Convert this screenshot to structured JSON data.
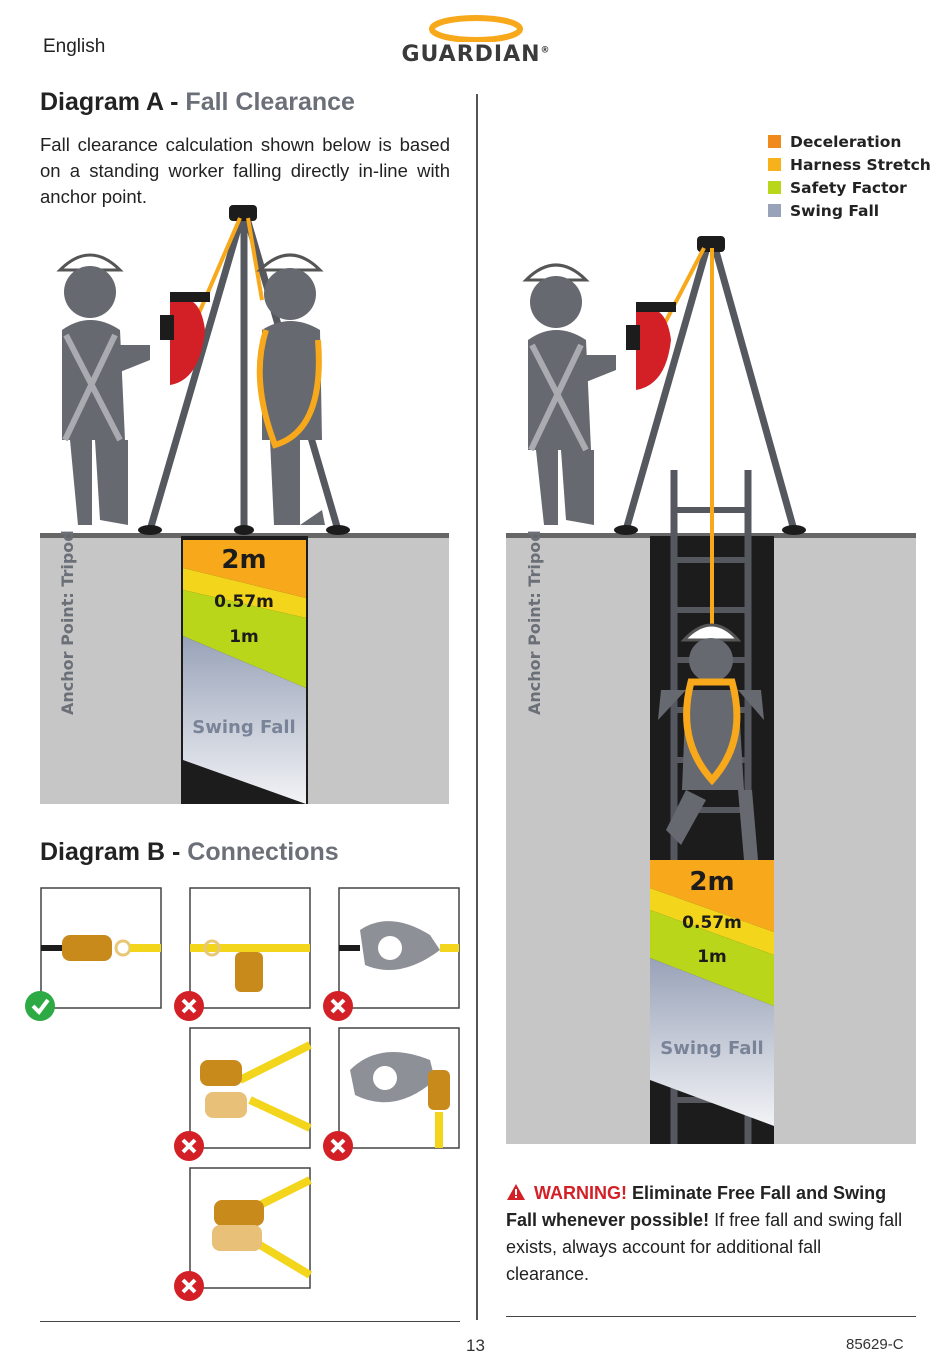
{
  "header": {
    "language": "English",
    "brand": "GUARDIAN",
    "brand_mark": "®"
  },
  "diagram_a": {
    "title": "Diagram A",
    "separator": "-",
    "subtitle": "Fall Clearance",
    "intro": "Fall clearance calculation shown below is based on a standing worker falling directly in-line with anchor point.",
    "anchor_label": "Anchor Point: Tripod",
    "segments": {
      "deceleration": "2m",
      "harness_stretch": "0.57m",
      "safety_factor": "1m",
      "swing_fall": "Swing Fall"
    }
  },
  "diagram_b": {
    "title": "Diagram B",
    "separator": "-",
    "subtitle": "Connections",
    "connections": [
      {
        "status": "correct"
      },
      {
        "status": "incorrect"
      },
      {
        "status": "incorrect"
      },
      {
        "status": "incorrect"
      },
      {
        "status": "incorrect"
      },
      {
        "status": "incorrect"
      }
    ]
  },
  "legend": {
    "items": [
      {
        "label": "Deceleration",
        "color": "#f08a1c"
      },
      {
        "label": "Harness Stretch",
        "color": "#f7b21b"
      },
      {
        "label": "Safety Factor",
        "color": "#b9d61b"
      },
      {
        "label": "Swing Fall",
        "color": "#98a2b8"
      }
    ]
  },
  "right_diagram": {
    "anchor_label": "Anchor Point: Tripod",
    "segments": {
      "deceleration": "2m",
      "harness_stretch": "0.57m",
      "safety_factor": "1m",
      "swing_fall": "Swing Fall"
    }
  },
  "warning": {
    "icon": "warning-triangle-icon",
    "label": "WARNING!",
    "bold_text": " Eliminate Free Fall and Swing Fall whenever possible!",
    "text": " If free fall and swing fall exists, always account for additional fall clearance."
  },
  "footer": {
    "page_number": "13",
    "doc_code": "85629-C"
  },
  "colors": {
    "orange": "#f08a1c",
    "amber": "#f7b21b",
    "yellow": "#f3d51b",
    "green": "#b9d61b",
    "swing": "#98a2b8",
    "ground": "#c6c6c6",
    "shaft": "#1c1c1c",
    "warning_red": "#d32027"
  }
}
